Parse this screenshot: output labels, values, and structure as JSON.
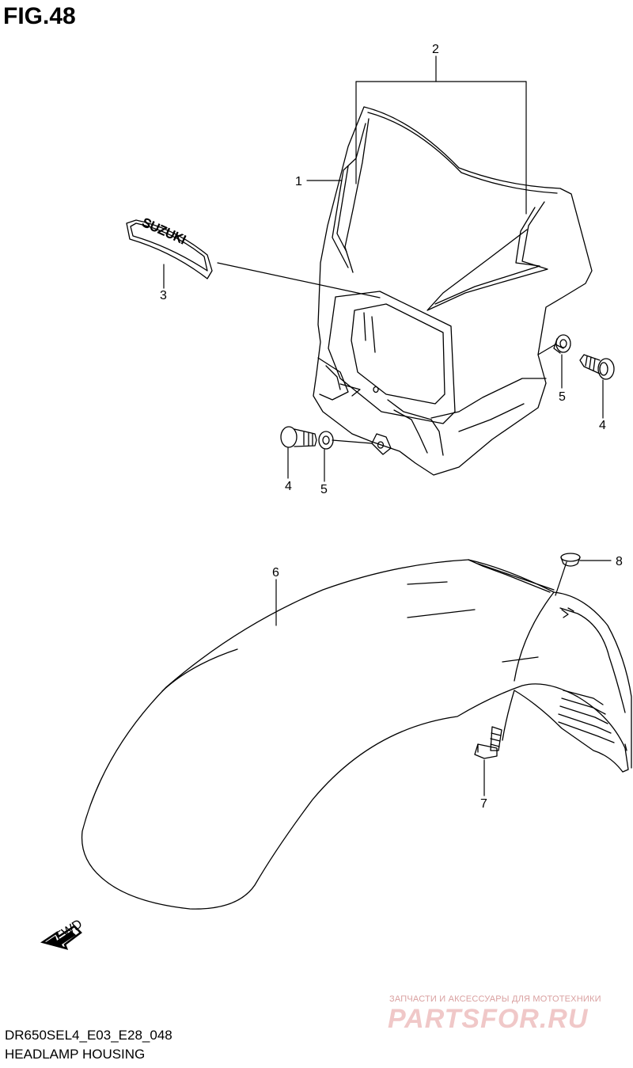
{
  "figure": {
    "title": "FIG.48"
  },
  "callouts": [
    {
      "id": "1",
      "label": "1"
    },
    {
      "id": "2",
      "label": "2"
    },
    {
      "id": "3",
      "label": "3"
    },
    {
      "id": "4a",
      "label": "4"
    },
    {
      "id": "4b",
      "label": "4"
    },
    {
      "id": "5a",
      "label": "5"
    },
    {
      "id": "5b",
      "label": "5"
    },
    {
      "id": "6",
      "label": "6"
    },
    {
      "id": "7",
      "label": "7"
    },
    {
      "id": "8",
      "label": "8"
    }
  ],
  "emblem": {
    "text": "SUZUKI"
  },
  "direction": {
    "text": "FWD"
  },
  "footer": {
    "code": "DR650SEL4_E03_E28_048",
    "name": "HEADLAMP HOUSING"
  },
  "watermark": {
    "tagline": "ЗАПЧАСТИ И АКСЕССУАРЫ ДЛЯ МОТОТЕХНИКИ",
    "logo": "PARTSFOR.RU"
  }
}
